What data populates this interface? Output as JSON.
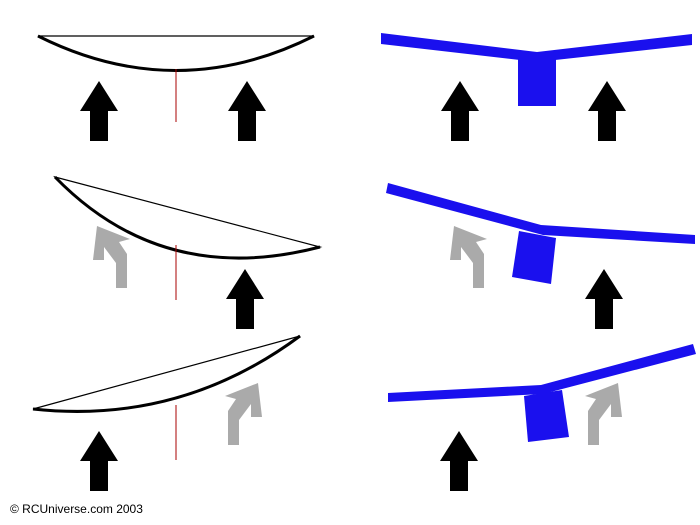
{
  "footer": {
    "copyright": "© RCUniverse.com 2003"
  },
  "colors": {
    "wing": "#1a10ee",
    "arrow_active": "#000000",
    "arrow_faded": "#aaaaaa",
    "chord_line": "#000000",
    "center_line": "#aa0000"
  },
  "panels": [
    {
      "row": "level",
      "left_arrow": "arrow-up-black",
      "right_arrow": "arrow-up-black"
    },
    {
      "row": "left-wing-up",
      "left_arrow": "arrow-curved-gray",
      "right_arrow": "arrow-up-black"
    },
    {
      "row": "right-wing-up",
      "left_arrow": "arrow-up-black",
      "right_arrow": "arrow-curved-gray"
    }
  ]
}
